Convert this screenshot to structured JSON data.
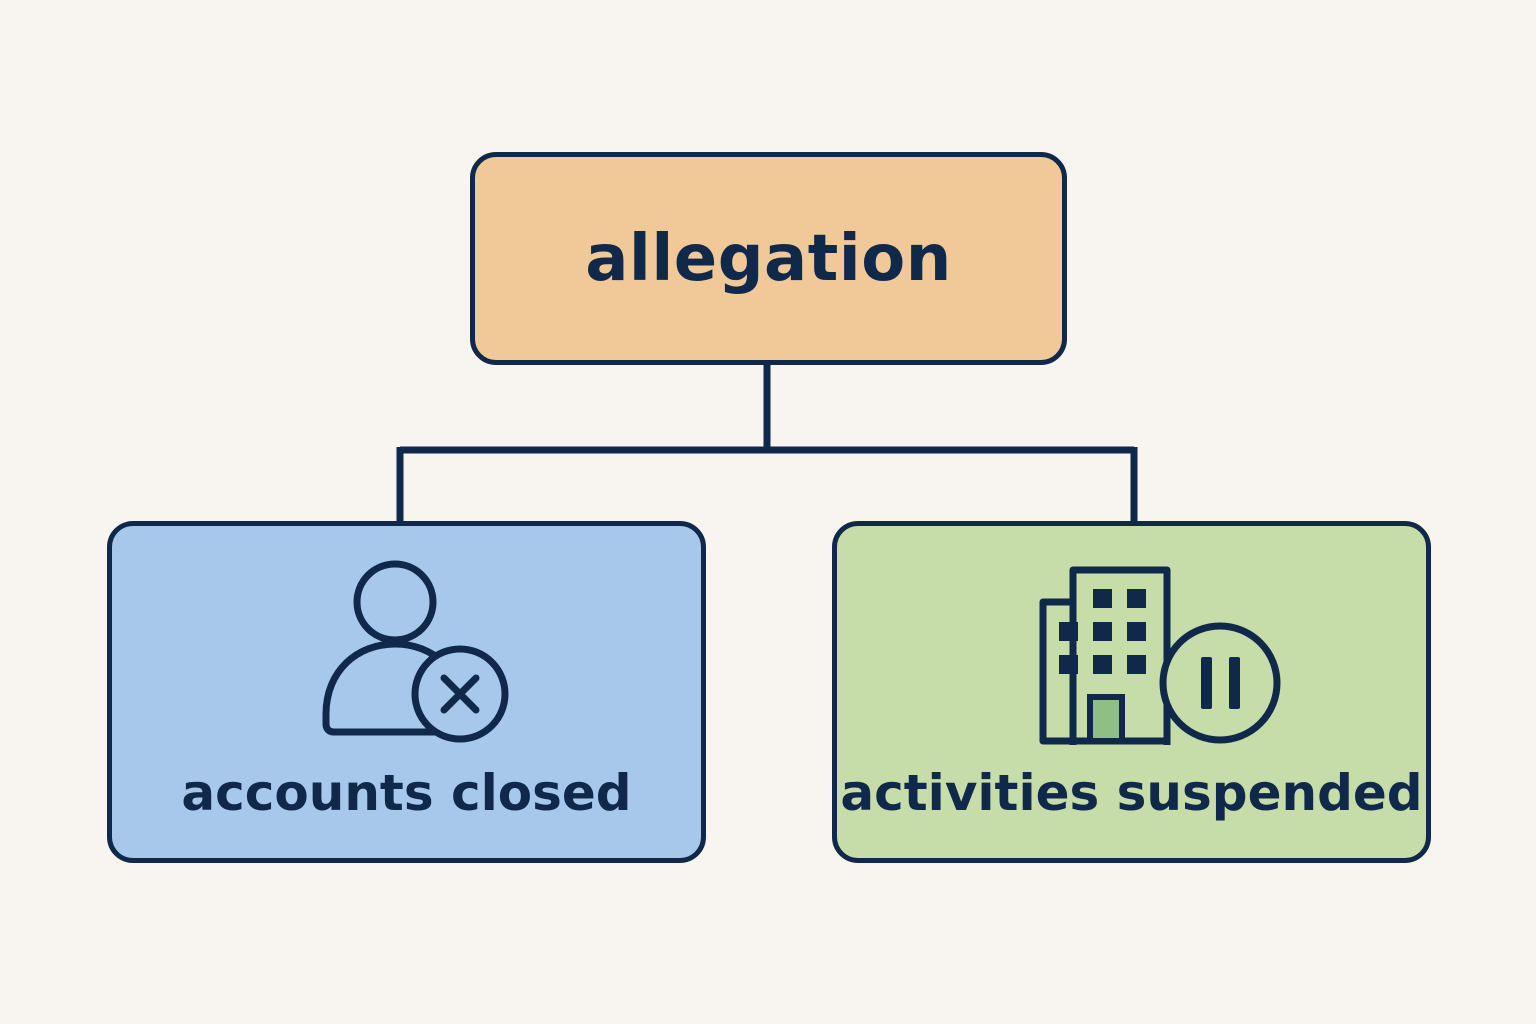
{
  "diagram": {
    "colors": {
      "background": "#f8f5f0",
      "outline": "#10294a",
      "root_fill": "#f1c999",
      "left_fill": "#a7c8ea",
      "right_fill": "#c6dca9",
      "door_fill": "#8fbf86"
    },
    "root": {
      "label": "allegation"
    },
    "children": [
      {
        "label": "accounts closed",
        "icon": "user-close-icon"
      },
      {
        "label": "activities suspended",
        "icon": "building-pause-icon"
      }
    ]
  }
}
